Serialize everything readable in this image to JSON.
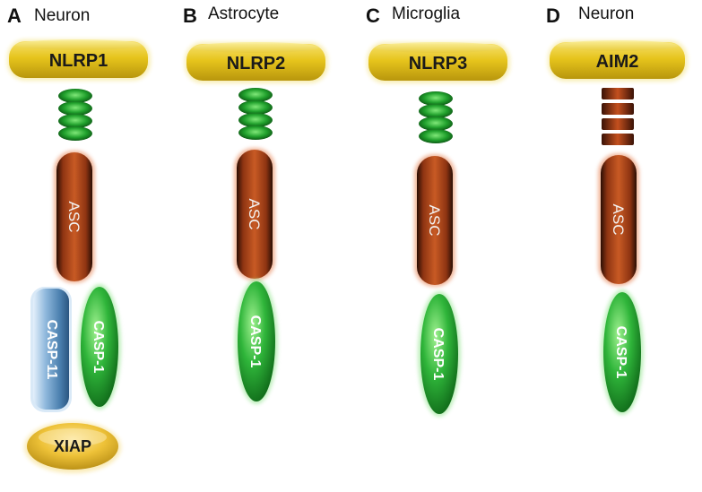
{
  "panels": [
    {
      "letter": "A",
      "cell_type": "Neuron",
      "sensor": "NLRP1",
      "adaptor": "ASC",
      "caspase": "CASP-1",
      "extra_caspase": "CASP-11",
      "inhibitor": "XIAP"
    },
    {
      "letter": "B",
      "cell_type": "Astrocyte",
      "sensor": "NLRP2",
      "adaptor": "ASC",
      "caspase": "CASP-1"
    },
    {
      "letter": "C",
      "cell_type": "Microglia",
      "sensor": "NLRP3",
      "adaptor": "ASC",
      "caspase": "CASP-1"
    },
    {
      "letter": "D",
      "cell_type": "Neuron",
      "sensor": "AIM2",
      "adaptor": "ASC",
      "caspase": "CASP-1"
    }
  ],
  "colors": {
    "sensor": "#e8c619",
    "pyrin_domain": "#1f9a2a",
    "hin_domain": "#a6401a",
    "asc": "#b5491c",
    "casp1": "#1e9a2e",
    "casp11": "#4f86b4",
    "xiap": "#e7b92b"
  }
}
